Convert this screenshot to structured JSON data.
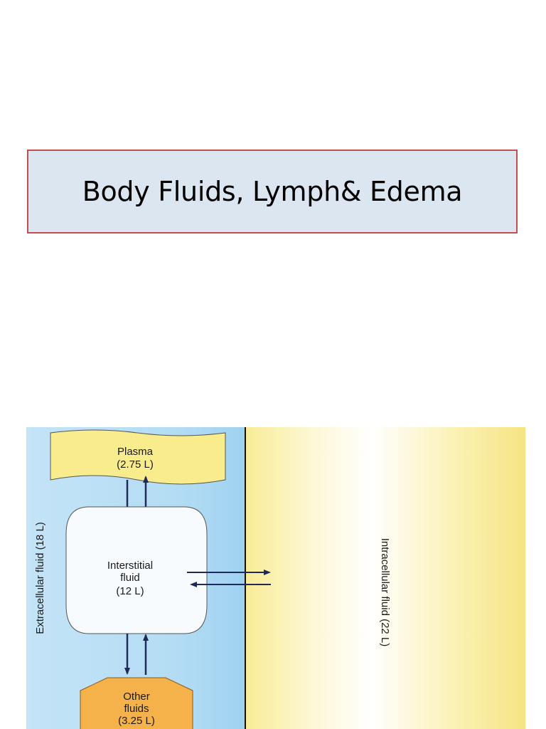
{
  "slide": {
    "title": "Body Fluids, Lymph& Edema"
  },
  "diagram": {
    "extracellular_label": "Extracellular fluid (18 L)",
    "intracellular_label": "Intracellular fluid (22 L)",
    "plasma": {
      "name": "Plasma",
      "volume": "(2.75 L)"
    },
    "interstitial": {
      "name_line1": "Interstitial",
      "name_line2": "fluid",
      "volume": "(12 L)"
    },
    "other": {
      "name_line1": "Other",
      "name_line2": "fluids",
      "volume": "(3.25 L)"
    },
    "colors": {
      "extracellular_bg": "#a9d6f2",
      "intracellular_bg": "#f8e98a",
      "plasma_fill": "#f9ec8c",
      "other_fill": "#f5b24a",
      "arrow": "#1f2a5a",
      "title_bg": "#dce6f1",
      "title_border": "#c0504d"
    }
  }
}
